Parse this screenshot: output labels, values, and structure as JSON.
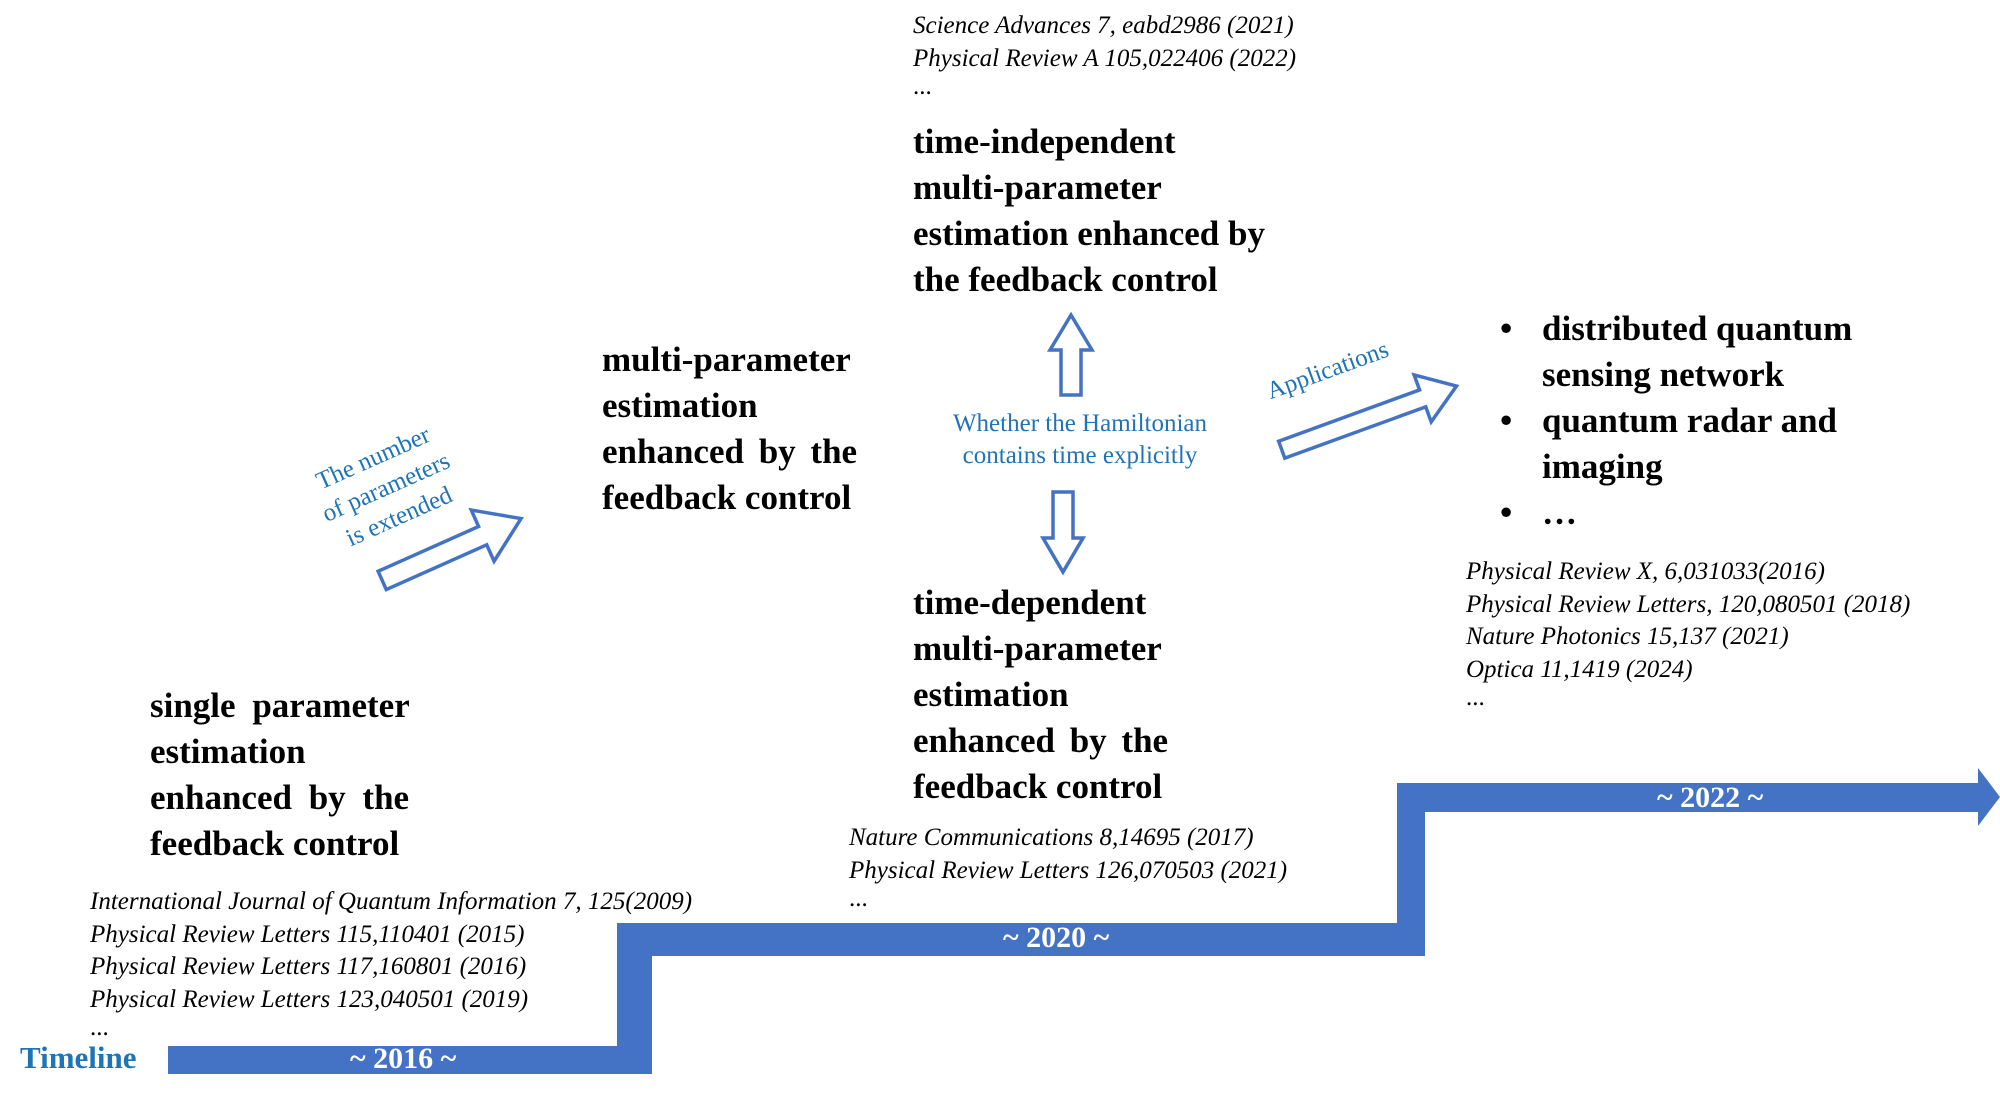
{
  "colors": {
    "timeline_blue": "#4472C4",
    "annotation_blue": "#1F73B7",
    "text": "#000000"
  },
  "timeline": {
    "label": "Timeline",
    "stages": [
      {
        "year_label": "~ 2016 ~"
      },
      {
        "year_label": "~ 2020 ~"
      },
      {
        "year_label": "~ 2022 ~"
      }
    ]
  },
  "stage_2016": {
    "title_lines": [
      "single parameter",
      "estimation",
      "enhanced by the",
      "feedback control"
    ],
    "references": [
      "International Journal of Quantum Information 7, 125(2009)",
      "Physical Review Letters 115,110401 (2015)",
      "Physical Review Letters 117,160801 (2016)",
      "Physical Review Letters 123,040501 (2019)",
      "..."
    ]
  },
  "transition_parameters": {
    "label_lines": [
      "The number",
      "of parameters",
      "is extended"
    ],
    "icon": "outline-arrow-up-right"
  },
  "stage_multi": {
    "title_lines": [
      "multi-parameter",
      "estimation",
      "enhanced by the",
      "feedback control"
    ]
  },
  "hamiltonian_branch": {
    "label_lines": [
      "Whether the Hamiltonian",
      "contains time explicitly"
    ],
    "up_icon": "outline-arrow-up",
    "down_icon": "outline-arrow-down"
  },
  "time_independent": {
    "references": [
      "Science Advances 7, eabd2986 (2021)",
      "Physical Review A 105,022406 (2022)",
      "..."
    ],
    "title_lines": [
      "time-independent",
      "multi-parameter",
      "estimation enhanced by",
      "the feedback control"
    ]
  },
  "time_dependent": {
    "title_lines": [
      "time-dependent",
      "multi-parameter",
      "estimation",
      "enhanced by the",
      "feedback control"
    ],
    "references": [
      "Nature Communications 8,14695 (2017)",
      "Physical Review Letters 126,070503 (2021)",
      "..."
    ]
  },
  "transition_applications": {
    "label": "Applications",
    "icon": "outline-arrow-right"
  },
  "applications": {
    "bullet": "•",
    "items": [
      {
        "lines": [
          "distributed quantum",
          "sensing network"
        ]
      },
      {
        "lines": [
          "quantum radar and",
          "imaging"
        ]
      },
      {
        "lines": [
          "…"
        ]
      }
    ],
    "references": [
      "Physical Review X, 6,031033(2016)",
      "Physical Review Letters, 120,080501 (2018)",
      "Nature Photonics 15,137 (2021)",
      "Optica 11,1419 (2024)",
      "..."
    ]
  }
}
